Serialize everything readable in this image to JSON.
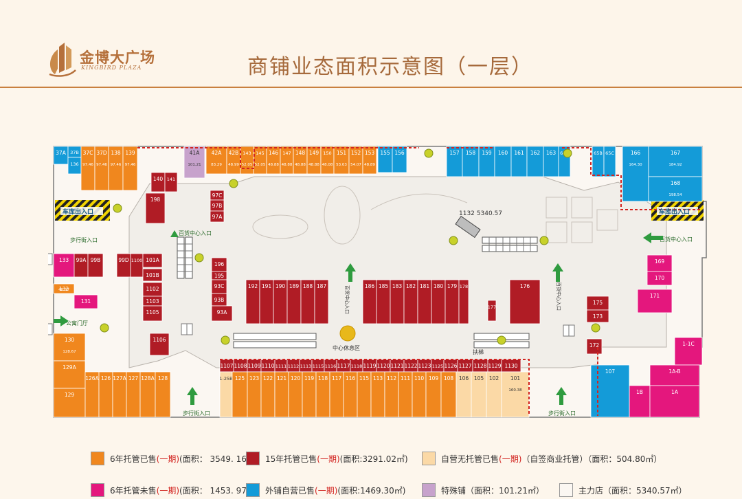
{
  "header": {
    "logo_cn": "金博大广场",
    "logo_en": "KINGBIRD PLAZA",
    "title": "商铺业态面积示意图（一层）"
  },
  "colors": {
    "orange": "#f0871e",
    "red": "#b01c25",
    "peach": "#fbd9a6",
    "pink": "#e4177d",
    "blue": "#149bd8",
    "purple": "#c7a2cc",
    "main": "#fbf7f2",
    "corridor": "#e9e6e2",
    "gold": "#e8b81a"
  },
  "plan": {
    "lbl_main_area": "1132  5340.57",
    "lbl_walk_tl": "步行街入口",
    "lbl_center_entry_l": "百货中心入口",
    "lbl_center_entry_r": "百货中心入口",
    "lbl_parking_l": "车库出入口",
    "lbl_parking_r": "车库出入口",
    "lbl_public_door": "公寓门厅",
    "lbl_walk_bl": "步行街入口",
    "lbl_walk_br": "步行街入口",
    "lbl_center_rest": "中心休息区",
    "lbl_escalator": "扶梯",
    "lbl_mall_v1": "百货中心入口",
    "lbl_mall_v2": "百货中心入口"
  },
  "stores": [
    {
      "id": "37A",
      "area": "",
      "c": "blue"
    },
    {
      "id": "37B",
      "area": "",
      "c": "blue"
    },
    {
      "id": "136",
      "area": "",
      "c": "blue"
    },
    {
      "id": "37C",
      "area": "97.46",
      "c": "orange"
    },
    {
      "id": "37D",
      "area": "97.46",
      "c": "orange"
    },
    {
      "id": "138",
      "area": "97.46",
      "c": "orange"
    },
    {
      "id": "139",
      "area": "97.46",
      "c": "orange"
    },
    {
      "id": "140",
      "area": "",
      "c": "red"
    },
    {
      "id": "141",
      "area": "",
      "c": "red"
    },
    {
      "id": "198",
      "area": "",
      "c": "red"
    },
    {
      "id": "41A",
      "area": "101.21",
      "c": "purple"
    },
    {
      "id": "42A",
      "area": "83.29",
      "c": "orange"
    },
    {
      "id": "42B",
      "area": "48.99",
      "c": "orange"
    },
    {
      "id": "143",
      "area": "52.05",
      "c": "orange"
    },
    {
      "id": "145",
      "area": "52.05",
      "c": "orange"
    },
    {
      "id": "146",
      "area": "48.88",
      "c": "orange"
    },
    {
      "id": "147",
      "area": "48.88",
      "c": "orange"
    },
    {
      "id": "148",
      "area": "48.88",
      "c": "orange"
    },
    {
      "id": "149",
      "area": "48.88",
      "c": "orange"
    },
    {
      "id": "150",
      "area": "48.08",
      "c": "orange"
    },
    {
      "id": "151",
      "area": "53.03",
      "c": "orange"
    },
    {
      "id": "152",
      "area": "54.07",
      "c": "orange"
    },
    {
      "id": "153",
      "area": "48.89",
      "c": "orange"
    },
    {
      "id": "155",
      "area": "",
      "c": "blue"
    },
    {
      "id": "156",
      "area": "",
      "c": "blue"
    },
    {
      "id": "157",
      "area": "",
      "c": "blue"
    },
    {
      "id": "158",
      "area": "",
      "c": "blue"
    },
    {
      "id": "159",
      "area": "",
      "c": "blue"
    },
    {
      "id": "160",
      "area": "",
      "c": "blue"
    },
    {
      "id": "161",
      "area": "",
      "c": "blue"
    },
    {
      "id": "162",
      "area": "",
      "c": "blue"
    },
    {
      "id": "163",
      "area": "",
      "c": "blue"
    },
    {
      "id": "65A",
      "area": "",
      "c": "blue"
    },
    {
      "id": "65B",
      "area": "",
      "c": "blue"
    },
    {
      "id": "65C",
      "area": "",
      "c": "blue"
    },
    {
      "id": "166",
      "area": "164.30",
      "c": "blue"
    },
    {
      "id": "167",
      "area": "184.92",
      "c": "blue"
    },
    {
      "id": "168",
      "area": "198.54",
      "c": "blue"
    },
    {
      "id": "97C",
      "area": "",
      "c": "red"
    },
    {
      "id": "97B",
      "area": "",
      "c": "red"
    },
    {
      "id": "97A",
      "area": "",
      "c": "red"
    },
    {
      "id": "133",
      "area": "",
      "c": "pink"
    },
    {
      "id": "99A",
      "area": "",
      "c": "red"
    },
    {
      "id": "99B",
      "area": "",
      "c": "red"
    },
    {
      "id": "99D",
      "area": "",
      "c": "red"
    },
    {
      "id": "1100",
      "area": "",
      "c": "red"
    },
    {
      "id": "101A",
      "area": "",
      "c": "red"
    },
    {
      "id": "101B",
      "area": "",
      "c": "red"
    },
    {
      "id": "1102",
      "area": "",
      "c": "red"
    },
    {
      "id": "1103",
      "area": "",
      "c": "red"
    },
    {
      "id": "1105",
      "area": "",
      "c": "red"
    },
    {
      "id": "132",
      "area": "48.37",
      "c": "orange"
    },
    {
      "id": "131",
      "area": "",
      "c": "pink"
    },
    {
      "id": "196",
      "area": "",
      "c": "red"
    },
    {
      "id": "195",
      "area": "",
      "c": "red"
    },
    {
      "id": "93C",
      "area": "",
      "c": "red"
    },
    {
      "id": "93B",
      "area": "",
      "c": "red"
    },
    {
      "id": "93A",
      "area": "",
      "c": "red"
    },
    {
      "id": "192",
      "area": "",
      "c": "red"
    },
    {
      "id": "191",
      "area": "",
      "c": "red"
    },
    {
      "id": "190",
      "area": "",
      "c": "red"
    },
    {
      "id": "189",
      "area": "",
      "c": "red"
    },
    {
      "id": "188",
      "area": "",
      "c": "red"
    },
    {
      "id": "187",
      "area": "",
      "c": "red"
    },
    {
      "id": "186",
      "area": "",
      "c": "red"
    },
    {
      "id": "185",
      "area": "",
      "c": "red"
    },
    {
      "id": "183",
      "area": "",
      "c": "red"
    },
    {
      "id": "182",
      "area": "",
      "c": "red"
    },
    {
      "id": "181",
      "area": "",
      "c": "red"
    },
    {
      "id": "180",
      "area": "",
      "c": "red"
    },
    {
      "id": "179",
      "area": "",
      "c": "red"
    },
    {
      "id": "178",
      "area": "",
      "c": "red"
    },
    {
      "id": "177",
      "area": "",
      "c": "red"
    },
    {
      "id": "176",
      "area": "",
      "c": "red"
    },
    {
      "id": "169",
      "area": "",
      "c": "pink"
    },
    {
      "id": "170",
      "area": "",
      "c": "pink"
    },
    {
      "id": "171",
      "area": "",
      "c": "pink"
    },
    {
      "id": "175",
      "area": "",
      "c": "red"
    },
    {
      "id": "173",
      "area": "",
      "c": "red"
    },
    {
      "id": "172",
      "area": "",
      "c": "red"
    },
    {
      "id": "1-1C",
      "area": "",
      "c": "pink"
    },
    {
      "id": "1A-B",
      "area": "",
      "c": "pink"
    },
    {
      "id": "1B",
      "area": "",
      "c": "pink"
    },
    {
      "id": "1A",
      "area": "",
      "c": "pink"
    },
    {
      "id": "107",
      "area": "",
      "c": "blue"
    },
    {
      "id": "130",
      "area": "128.67",
      "c": "orange"
    },
    {
      "id": "1106",
      "area": "",
      "c": "red"
    },
    {
      "id": "129A",
      "area": "",
      "c": "orange"
    },
    {
      "id": "129",
      "area": "",
      "c": "orange"
    },
    {
      "id": "126A",
      "area": "",
      "c": "orange"
    },
    {
      "id": "126",
      "area": "",
      "c": "orange"
    },
    {
      "id": "127A",
      "area": "",
      "c": "orange"
    },
    {
      "id": "127",
      "area": "",
      "c": "orange"
    },
    {
      "id": "128A",
      "area": "",
      "c": "orange"
    },
    {
      "id": "128",
      "area": "",
      "c": "orange"
    },
    {
      "id": "1107",
      "area": "",
      "c": "red"
    },
    {
      "id": "1108",
      "area": "",
      "c": "red"
    },
    {
      "id": "1109",
      "area": "",
      "c": "red"
    },
    {
      "id": "1110",
      "area": "",
      "c": "red"
    },
    {
      "id": "1111",
      "area": "",
      "c": "red"
    },
    {
      "id": "1112",
      "area": "",
      "c": "red"
    },
    {
      "id": "1113",
      "area": "",
      "c": "red"
    },
    {
      "id": "1115",
      "area": "",
      "c": "red"
    },
    {
      "id": "1116",
      "area": "",
      "c": "red"
    },
    {
      "id": "1117",
      "area": "",
      "c": "red"
    },
    {
      "id": "1118",
      "area": "",
      "c": "red"
    },
    {
      "id": "1119",
      "area": "",
      "c": "red"
    },
    {
      "id": "1120",
      "area": "",
      "c": "red"
    },
    {
      "id": "1121",
      "area": "",
      "c": "red"
    },
    {
      "id": "1122",
      "area": "",
      "c": "red"
    },
    {
      "id": "1123",
      "area": "",
      "c": "red"
    },
    {
      "id": "1125",
      "area": "",
      "c": "red"
    },
    {
      "id": "1126",
      "area": "",
      "c": "red"
    },
    {
      "id": "1127",
      "area": "",
      "c": "red"
    },
    {
      "id": "1128",
      "area": "",
      "c": "red"
    },
    {
      "id": "1129",
      "area": "",
      "c": "red"
    },
    {
      "id": "1130",
      "area": "",
      "c": "red"
    },
    {
      "id": "1-25B",
      "area": "",
      "c": "peach"
    },
    {
      "id": "125",
      "area": "",
      "c": "orange"
    },
    {
      "id": "123",
      "area": "",
      "c": "orange"
    },
    {
      "id": "122",
      "area": "",
      "c": "orange"
    },
    {
      "id": "121",
      "area": "",
      "c": "orange"
    },
    {
      "id": "120",
      "area": "",
      "c": "orange"
    },
    {
      "id": "119",
      "area": "",
      "c": "orange"
    },
    {
      "id": "118",
      "area": "",
      "c": "orange"
    },
    {
      "id": "117",
      "area": "",
      "c": "orange"
    },
    {
      "id": "116",
      "area": "",
      "c": "orange"
    },
    {
      "id": "115",
      "area": "",
      "c": "orange"
    },
    {
      "id": "113",
      "area": "",
      "c": "orange"
    },
    {
      "id": "112",
      "area": "",
      "c": "orange"
    },
    {
      "id": "111",
      "area": "",
      "c": "orange"
    },
    {
      "id": "110",
      "area": "",
      "c": "orange"
    },
    {
      "id": "109",
      "area": "",
      "c": "orange"
    },
    {
      "id": "108",
      "area": "",
      "c": "orange"
    },
    {
      "id": "106",
      "area": "",
      "c": "peach"
    },
    {
      "id": "105",
      "area": "",
      "c": "peach"
    },
    {
      "id": "102",
      "area": "",
      "c": "peach"
    },
    {
      "id": "101",
      "area": "160.38",
      "c": "peach"
    }
  ],
  "legend": [
    {
      "c": "orange",
      "pre": "6年托管已售",
      "mid": "(一期)",
      "post": "(面积： 3549. 16㎡)"
    },
    {
      "c": "red",
      "pre": "15年托管已售",
      "mid": "(一期)",
      "post": "(面积:3291.02㎡)"
    },
    {
      "c": "peach",
      "pre": "自营无托管已售",
      "mid": "(一期)",
      "post": "（自签商业托管）（面积：504.80㎡）"
    },
    {
      "c": "pink",
      "pre": "6年托管未售",
      "mid": "(一期)",
      "post": "(面积： 1453. 97㎡)"
    },
    {
      "c": "blue",
      "pre": "外铺自营已售",
      "mid": "(一期)",
      "post": "(面积:1469.30㎡)"
    },
    {
      "c": "purple",
      "pre": "特殊铺",
      "mid": "",
      "post": "（面积：101.21㎡）"
    },
    {
      "c": "main",
      "pre": "主力店",
      "mid": "",
      "post": "（面积：5340.57㎡）"
    }
  ]
}
